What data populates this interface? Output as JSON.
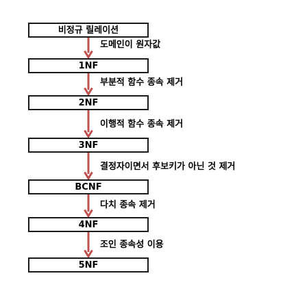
{
  "diagram": {
    "colors": {
      "arrow": "#c0504d",
      "box_border": "#1a1a1a"
    },
    "boxes": [
      {
        "label": "비정규 릴레이션"
      },
      {
        "label": "1NF"
      },
      {
        "label": "2NF"
      },
      {
        "label": "3NF"
      },
      {
        "label": "BCNF"
      },
      {
        "label": "4NF"
      },
      {
        "label": "5NF"
      }
    ],
    "transitions": [
      {
        "label": "도메인이 원자값"
      },
      {
        "label": "부분적 함수 종속 제거"
      },
      {
        "label": "이행적 함수 종속 제거"
      },
      {
        "label": "결정자이면서 후보키가 아닌 것 제거"
      },
      {
        "label": "다치 종속 제거"
      },
      {
        "label": "조인 종속성 이용"
      }
    ]
  }
}
